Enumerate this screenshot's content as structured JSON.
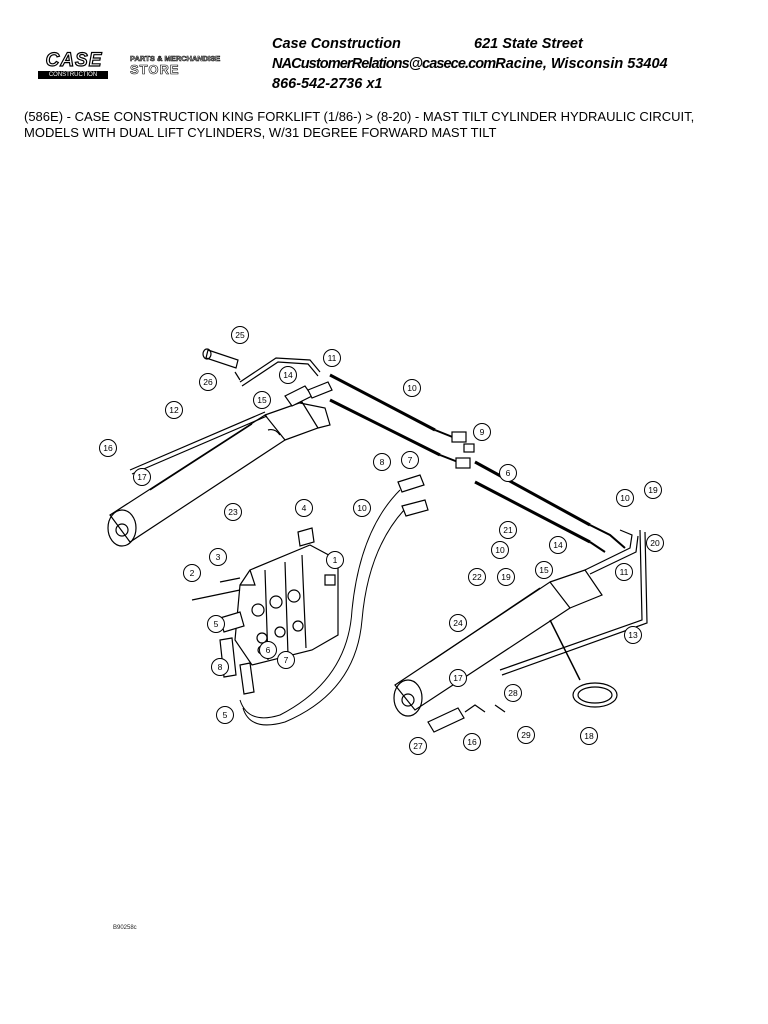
{
  "header": {
    "logo": {
      "brand": "CASE",
      "sub": "CONSTRUCTION",
      "store_top": "PARTS & MERCHANDISE",
      "store_bottom": "STORE"
    },
    "company": "Case Construction",
    "street": "621 State Street",
    "email": "NACustomerRelations@casece.com",
    "city": "Racine, Wisconsin 53404",
    "phone": "866-542-2736 x1"
  },
  "description": "(586E) - CASE CONSTRUCTION KING FORKLIFT (1/86-) > (8-20) - MAST TILT CYLINDER HYDRAULIC CIRCUIT, MODELS WITH DUAL LIFT CYLINDERS, W/31 DEGREE FORWARD MAST TILT",
  "diagram": {
    "callouts": [
      "25",
      "26",
      "12",
      "11",
      "14",
      "15",
      "10",
      "16",
      "17",
      "23",
      "9",
      "8",
      "10",
      "7",
      "4",
      "3",
      "2",
      "1",
      "5",
      "6",
      "8",
      "5",
      "7",
      "6",
      "10",
      "19",
      "20",
      "21",
      "10",
      "14",
      "19",
      "22",
      "15",
      "11",
      "24",
      "13",
      "17",
      "28",
      "29",
      "27",
      "16",
      "18"
    ]
  },
  "footer": {
    "code": "B90258c"
  }
}
